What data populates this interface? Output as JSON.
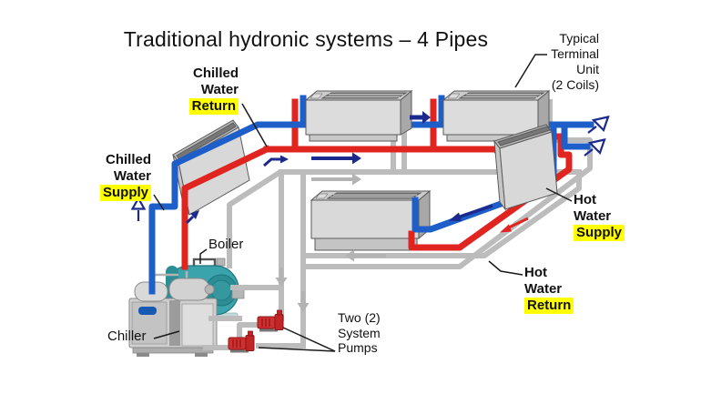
{
  "title": "Traditional hydronic systems – 4 Pipes",
  "labels": {
    "chilled_water_return": {
      "lines": [
        "Chilled",
        "Water"
      ],
      "highlight": "Return"
    },
    "chilled_water_supply": {
      "lines": [
        "Chilled",
        "Water"
      ],
      "highlight": "Supply"
    },
    "typical_terminal_unit": {
      "lines": [
        "Typical",
        "Terminal",
        "Unit",
        "(2 Coils)"
      ]
    },
    "hot_water_supply": {
      "lines": [
        "Hot",
        "Water"
      ],
      "highlight": "Supply"
    },
    "hot_water_return": {
      "lines": [
        "Hot",
        "Water"
      ],
      "highlight": "Return"
    },
    "boiler": "Boiler",
    "chiller": "Chiller",
    "system_pumps": {
      "lines": [
        "Two (2)",
        "System",
        "Pumps"
      ]
    }
  },
  "colors": {
    "chilled_water_pipe": "#1d5ec9",
    "hot_water_pipe": "#e02420",
    "return_pipe": "#bcbcbc",
    "flow_arrow_navy": "#1b2a8c",
    "highlight_yellow": "#ffff00",
    "boiler_teal": "#3ba3ab",
    "pump_red": "#d03030",
    "background": "#ffffff",
    "text": "#111111"
  }
}
